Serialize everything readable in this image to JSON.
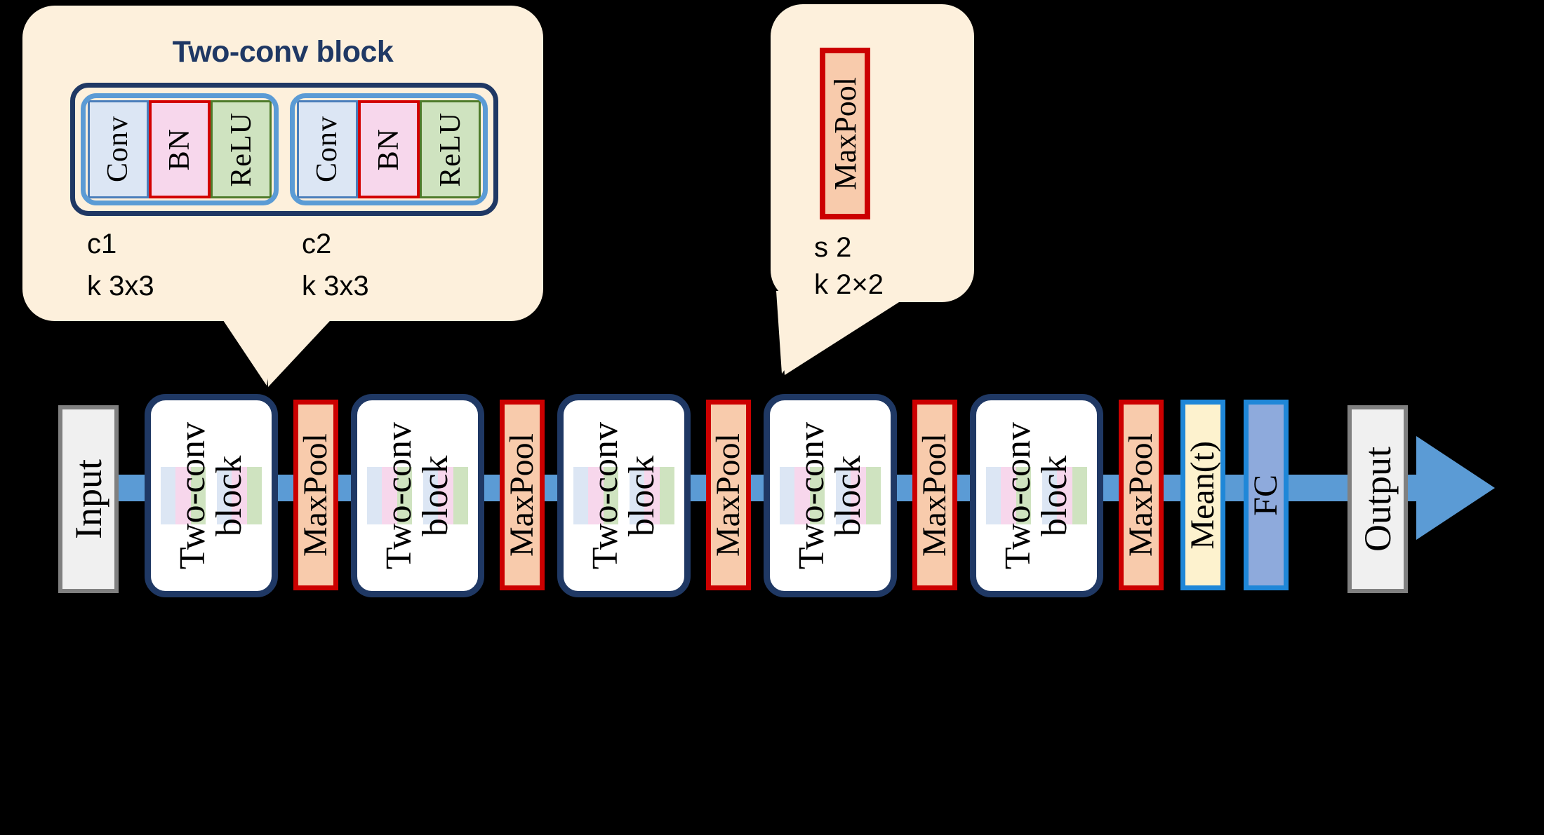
{
  "figure": {
    "type": "neural-network-architecture-diagram",
    "background_color": "#000000"
  },
  "callouts": {
    "two_conv": {
      "title": "Two-conv block",
      "title_color": "#1F3864",
      "bubble_color": "#FDF0DC",
      "units": [
        {
          "name": "c1",
          "cells": [
            {
              "label": "Conv",
              "fill": "#DCE6F4",
              "border": "#4A7EBB"
            },
            {
              "label": "BN",
              "fill": "#F7D7EC",
              "border": "#D30000"
            },
            {
              "label": "ReLU",
              "fill": "#CFE3C0",
              "border": "#4E7B2B"
            }
          ],
          "param_name": "c1",
          "param_kernel": "k  3x3"
        },
        {
          "name": "c2",
          "cells": [
            {
              "label": "Conv",
              "fill": "#DCE6F4",
              "border": "#4A7EBB"
            },
            {
              "label": "BN",
              "fill": "#F7D7EC",
              "border": "#D30000"
            },
            {
              "label": "ReLU",
              "fill": "#CFE3C0",
              "border": "#4E7B2B"
            }
          ],
          "param_name": "c2",
          "param_kernel": "k  3x3"
        }
      ]
    },
    "maxpool": {
      "chip_label": "MaxPool",
      "chip_fill": "#F8CBAC",
      "chip_border": "#CC0000",
      "stride": "s 2",
      "kernel": "k 2×2"
    }
  },
  "pipeline": {
    "rail_color": "#5B9BD5",
    "nodes": [
      {
        "id": "input",
        "label": "Input",
        "kind": "io"
      },
      {
        "id": "block1",
        "label": "Two-conv\nblock",
        "kind": "block"
      },
      {
        "id": "pool1",
        "label": "MaxPool",
        "kind": "pool"
      },
      {
        "id": "block2",
        "label": "Two-conv\nblock",
        "kind": "block"
      },
      {
        "id": "pool2",
        "label": "MaxPool",
        "kind": "pool"
      },
      {
        "id": "block3",
        "label": "Two-conv\nblock",
        "kind": "block"
      },
      {
        "id": "pool3",
        "label": "MaxPool",
        "kind": "pool"
      },
      {
        "id": "block4",
        "label": "Two-conv\nblock",
        "kind": "block"
      },
      {
        "id": "pool4",
        "label": "MaxPool",
        "kind": "pool"
      },
      {
        "id": "block5",
        "label": "Two-conv\nblock",
        "kind": "block"
      },
      {
        "id": "pool5",
        "label": "MaxPool",
        "kind": "pool"
      },
      {
        "id": "mean",
        "label": "Mean(t)",
        "kind": "mean"
      },
      {
        "id": "fc",
        "label": "FC",
        "kind": "fc"
      },
      {
        "id": "output",
        "label": "Output",
        "kind": "io"
      }
    ]
  }
}
